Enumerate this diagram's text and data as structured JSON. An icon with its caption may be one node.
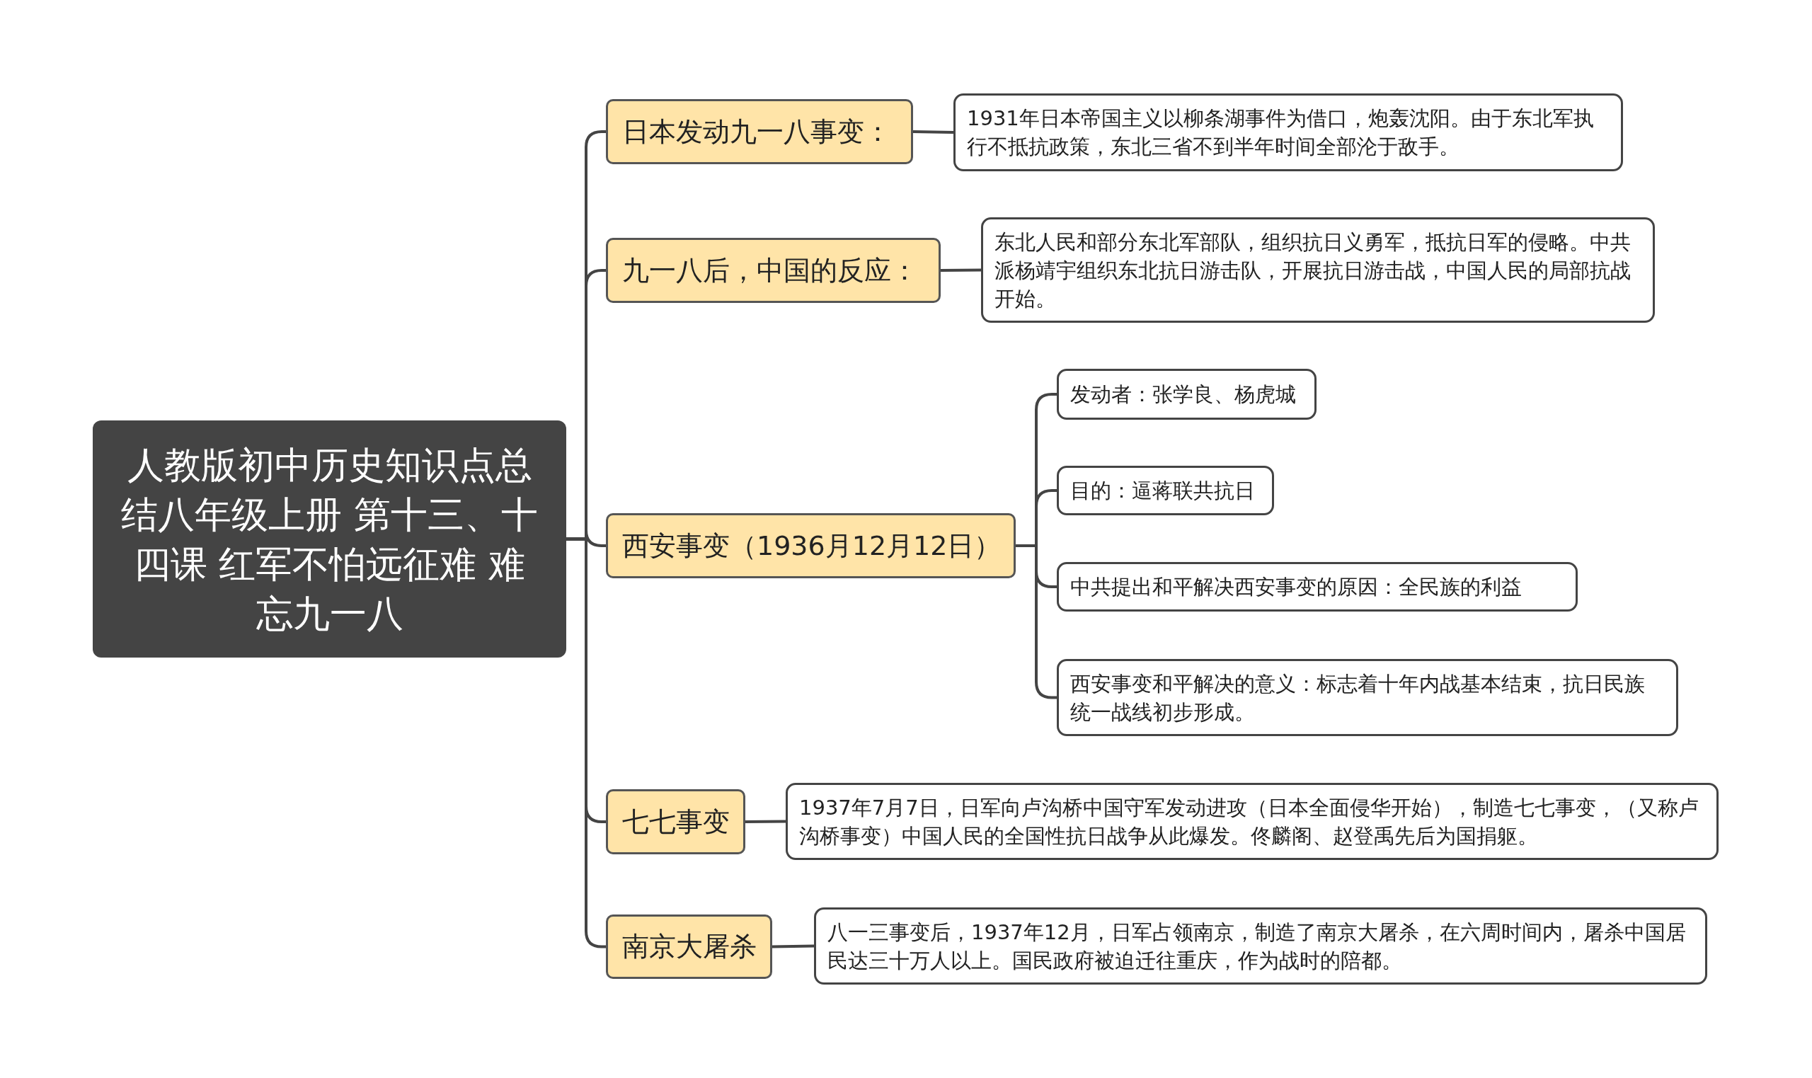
{
  "diagram": {
    "nodes": [
      {
        "text": [
          "人教版初中历史知识点总结八年级上册 第十三、十四课 红军不怕远征难 难忘九一八"
        ]
      },
      {
        "text": [
          "日本发动九一八事变："
        ]
      },
      {
        "text": [
          "1931年日本帝国主义以柳条湖事件为借口，炮轰沈阳。由于东北军执行不抵抗政策，东北三省不到半年时间全部沦于敌手。"
        ]
      },
      {
        "text": [
          "九一八后，中国的反应："
        ]
      },
      {
        "text": [
          "东北人民和部分东北军部队，组织抗日义勇军，抵抗日军的侵略。中共派杨靖宇组织东北抗日游击队，开展抗日游击战，中国人民的局部抗战开始。"
        ]
      },
      {
        "text": [
          "西安事变（1936月12月12日）"
        ]
      },
      {
        "text": [
          "发动者：张学良、杨虎城"
        ]
      },
      {
        "text": [
          "目的：逼蒋联共抗日"
        ]
      },
      {
        "text": [
          "中共提出和平解决西安事变的原因：全民族的利益"
        ]
      },
      {
        "text": [
          "西安事变和平解决的意义：标志着十年内战基本结束，抗日民族统一战线初步形成。"
        ]
      },
      {
        "text": [
          "七七事变"
        ]
      },
      {
        "text": [
          "1937年7月7日，日军向卢沟桥中国守军发动进攻（日本全面侵华开始），制造七七事变，（又称卢沟桥事变）中国人民的全国性抗日战争从此爆发。佟麟阁、赵登禹先后为国捐躯。"
        ]
      },
      {
        "text": [
          "南京大屠杀"
        ]
      },
      {
        "text": [
          "八一三事变后，1937年12月，日军占领南京，制造了南京大屠杀，在六周时间内，屠杀中国居民达三十万人以上。国民政府被迫迁往重庆，作为战时的陪都。"
        ]
      }
    ],
    "edges": [
      {
        "from": 0,
        "to": 1,
        "arrow": "none"
      },
      {
        "from": 0,
        "to": 3,
        "arrow": "none"
      },
      {
        "from": 0,
        "to": 5,
        "arrow": "none"
      },
      {
        "from": 0,
        "to": 10,
        "arrow": "none"
      },
      {
        "from": 0,
        "to": 12,
        "arrow": "none"
      },
      {
        "from": 1,
        "to": 2,
        "arrow": "none"
      },
      {
        "from": 3,
        "to": 4,
        "arrow": "none"
      },
      {
        "from": 5,
        "to": 6,
        "arrow": "none"
      },
      {
        "from": 5,
        "to": 7,
        "arrow": "none"
      },
      {
        "from": 5,
        "to": 8,
        "arrow": "none"
      },
      {
        "from": 5,
        "to": 9,
        "arrow": "none"
      },
      {
        "from": 10,
        "to": 11,
        "arrow": "none"
      },
      {
        "from": 12,
        "to": 13,
        "arrow": "none"
      }
    ]
  }
}
